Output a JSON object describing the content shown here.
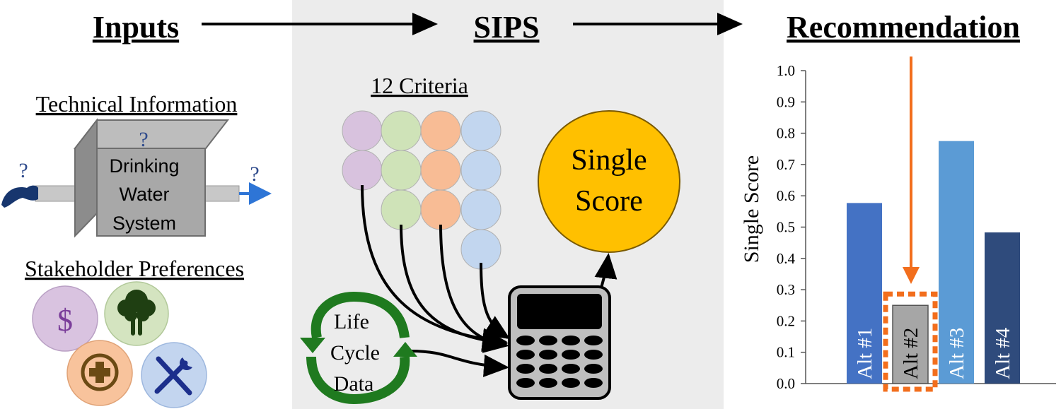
{
  "headers": {
    "inputs": "Inputs",
    "sips": "SIPS",
    "recommendation": "Recommendation"
  },
  "inputs": {
    "technical_title": "Technical Information",
    "box_label": [
      "Drinking",
      "Water",
      "System"
    ],
    "question_mark": "?",
    "stakeholder_title": "Stakeholder Preferences",
    "dollar_symbol": "$"
  },
  "sips": {
    "criteria_title": "12 Criteria",
    "criteria_columns": [
      {
        "color": "#d8c2de",
        "count": 2
      },
      {
        "color": "#cfe3b8",
        "count": 3
      },
      {
        "color": "#f8bc95",
        "count": 3
      },
      {
        "color": "#c2d6ef",
        "count": 4
      }
    ],
    "single_score_lines": [
      "Single",
      "Score"
    ],
    "life_cycle_lines": [
      "Life",
      "Cycle",
      "Data"
    ]
  },
  "colors": {
    "panel_bg": "#ececec",
    "score_circle": "#ffc000",
    "cycle_arrow": "#1f7a1f",
    "highlight_orange": "#f26e1d"
  },
  "chart_data": {
    "type": "bar",
    "ylabel": "Single Score",
    "ylim": [
      0,
      1.0
    ],
    "yticks": [
      "0.0",
      "0.1",
      "0.2",
      "0.3",
      "0.4",
      "0.5",
      "0.6",
      "0.7",
      "0.8",
      "0.9",
      "1.0"
    ],
    "categories": [
      "Alt #1",
      "Alt #2",
      "Alt #3",
      "Alt #4"
    ],
    "values": [
      0.577,
      0.25,
      0.775,
      0.483
    ],
    "colors": [
      "#4472c4",
      "#a6a6a6",
      "#5b9bd5",
      "#2f4b7c"
    ],
    "label_colors": [
      "#ffffff",
      "#000000",
      "#ffffff",
      "#ffffff"
    ],
    "highlighted": "Alt #2"
  }
}
